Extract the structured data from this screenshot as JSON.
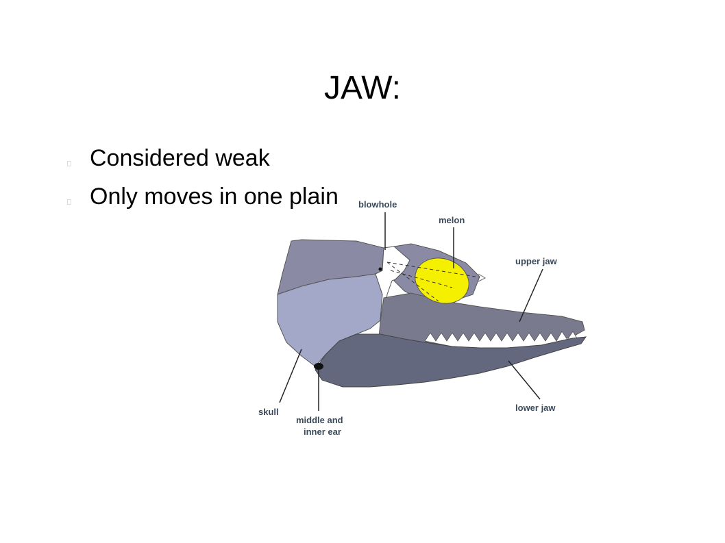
{
  "slide": {
    "title": "JAW:",
    "bullets": [
      {
        "text": "Considered weak"
      },
      {
        "text": "Only moves in one plain"
      }
    ]
  },
  "diagram": {
    "labels": {
      "blowhole": "blowhole",
      "melon": "melon",
      "upper_jaw": "upper jaw",
      "lower_jaw": "lower jaw",
      "skull": "skull",
      "ear_line1": "middle and",
      "ear_line2": "inner ear"
    },
    "colors": {
      "skull": "#a3a8c8",
      "skull_top": "#8a8aa4",
      "upper_jaw": "#7a7a8e",
      "lower_jaw": "#63687e",
      "melon": "#f4f000",
      "label_text": "#3a4a5a"
    }
  }
}
